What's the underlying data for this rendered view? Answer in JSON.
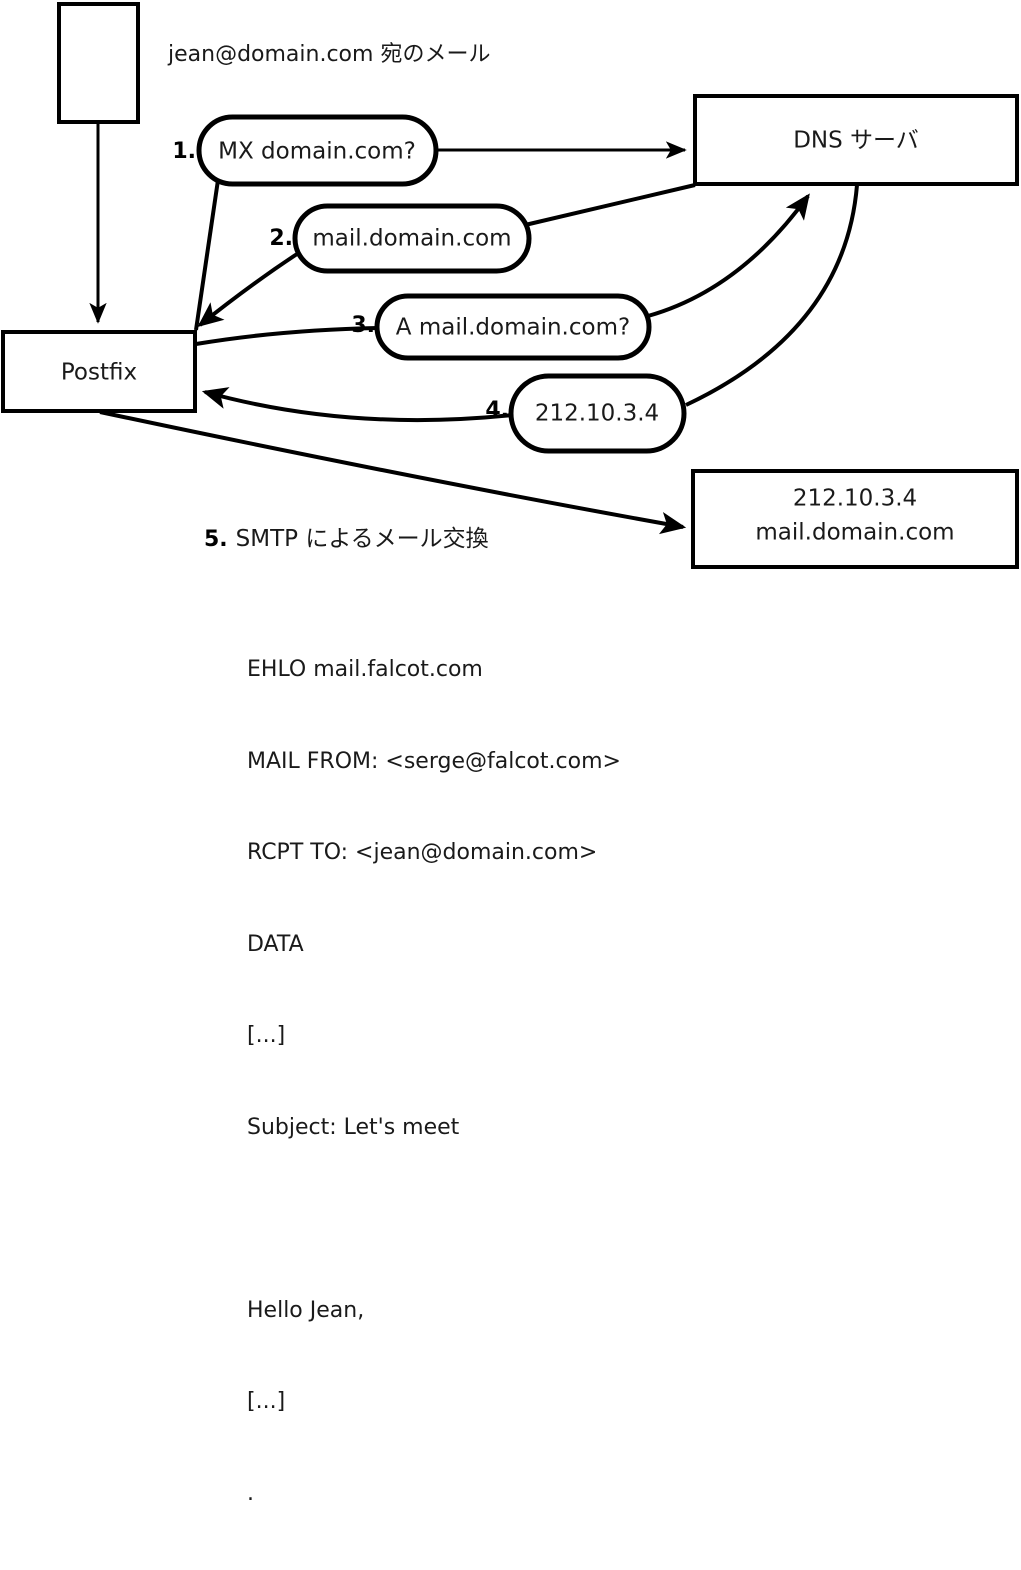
{
  "diagram": {
    "title_caption": "jean@domain.com 宛のメール",
    "nodes": [
      {
        "name": "source-box",
        "label": ""
      },
      {
        "name": "postfix-box",
        "label": "Postfix"
      },
      {
        "name": "dns-server-box",
        "label": "DNS サーバ"
      },
      {
        "name": "mail-server-box",
        "line1": "212.10.3.4",
        "line2": "mail.domain.com"
      }
    ],
    "steps": [
      {
        "num": "1.",
        "label": "MX domain.com?"
      },
      {
        "num": "2.",
        "label": "mail.domain.com"
      },
      {
        "num": "3.",
        "label": "A mail.domain.com?"
      },
      {
        "num": "4.",
        "label": "212.10.3.4"
      },
      {
        "num": "5.",
        "label": "SMTP によるメール交換"
      }
    ],
    "smtp_transcript": [
      "EHLO mail.falcot.com",
      "MAIL FROM: <serge@falcot.com>",
      "RCPT TO: <jean@domain.com>",
      "DATA",
      "[...]",
      "Subject: Let's meet",
      "",
      "Hello Jean,",
      "[...]",
      "."
    ],
    "colors": {
      "stroke": "#000000",
      "fill": "#ffffff",
      "text": "#1a1a1a"
    }
  }
}
